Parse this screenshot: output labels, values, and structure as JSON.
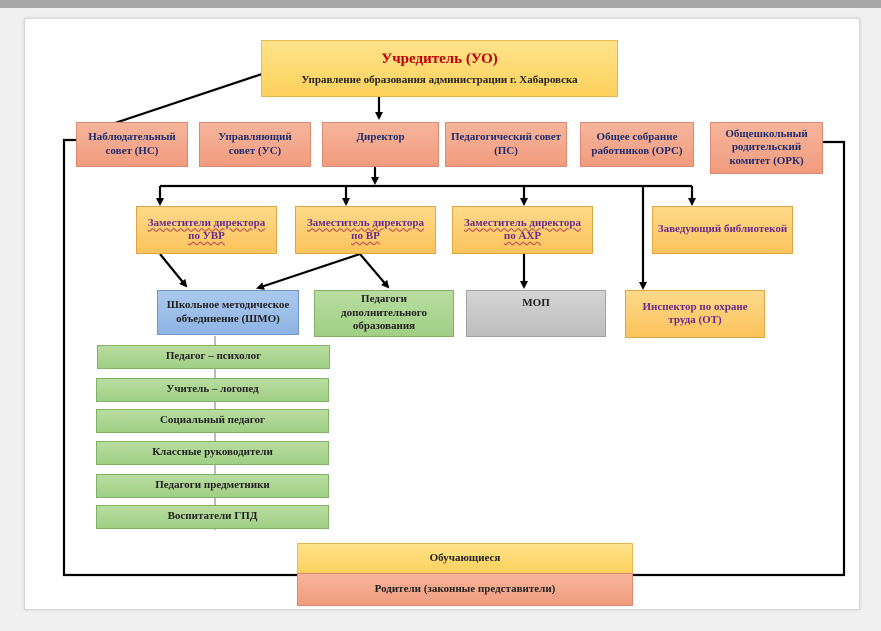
{
  "founder": {
    "title": "Учредитель (УО)",
    "subtitle": "Управление образования администрации г. Хабаровска"
  },
  "row1": {
    "supervisory": "Наблюдательный совет (НС)",
    "governing": "Управляющий совет (УС)",
    "director": "Директор",
    "pedagogical": "Педагогический совет (ПС)",
    "general_meeting": "Общее собрание работников (ОРС)",
    "parents_committee": "Общешкольный родительский комитет (ОРК)"
  },
  "row2": {
    "deputy_uvr": "Заместители директора по УВР",
    "deputy_vr": "Заместитель директора по ВР",
    "deputy_ahr": "Заместитель директора по АХР",
    "librarian": "Заведующий библиотекой"
  },
  "row3": {
    "shmo": "Школьное методическое объединение (ШМО)",
    "additional_ed": "Педагоги дополнительного образования",
    "mop": "МОП",
    "safety_inspector": "Инспектор по охране труда (ОТ)"
  },
  "staff": [
    "Педагог – психолог",
    "Учитель – логопед",
    "Социальный педагог",
    "Классные руководители",
    "Педагоги предметники",
    "Воспитатели ГПД"
  ],
  "bottom": {
    "students": "Обучающиеся",
    "parents": "Родители (законные представители)"
  },
  "colors": {
    "yellow": "#fcd15c",
    "salmon": "#f19b7d",
    "blue": "#8fb4e3",
    "green": "#a0cf84",
    "gray": "#bdbdbd",
    "title_red": "#c00000"
  }
}
